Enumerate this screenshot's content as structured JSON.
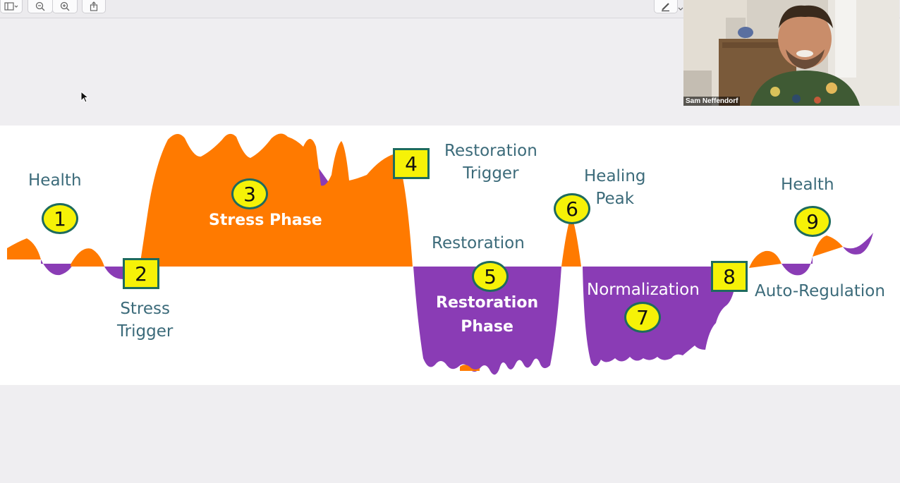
{
  "video": {
    "participant_name": "Sam Neffendorf"
  },
  "slide": {
    "labels": {
      "health_left": "Health",
      "stress_trigger": "Stress\nTrigger",
      "stress_phase": "Stress Phase",
      "restoration_trigger": "Restoration\nTrigger",
      "restoration": "Restoration",
      "restoration_phase": "Restoration\nPhase",
      "healing_peak": "Healing\nPeak",
      "normalization": "Normalization",
      "health_right": "Health",
      "auto_regulation": "Auto-Regulation"
    },
    "markers": [
      "1",
      "2",
      "3",
      "4",
      "5",
      "6",
      "7",
      "8",
      "9"
    ],
    "colors": {
      "orange": "#ff7a00",
      "purple": "#8a3cb5",
      "marker_yellow": "#f6f207",
      "marker_border": "#1e6b5e",
      "label_teal": "#3c6b7a"
    }
  },
  "toolbar": {
    "icons": [
      "sidebar-icon",
      "zoom-out-icon",
      "zoom-in-icon",
      "share-icon",
      "markup-pen-icon"
    ]
  }
}
